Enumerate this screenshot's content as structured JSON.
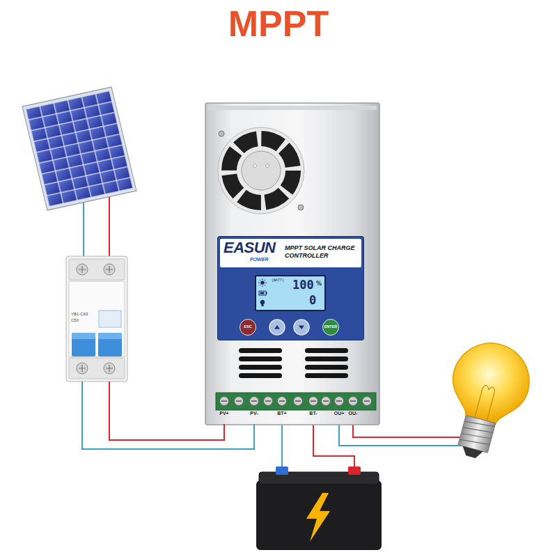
{
  "diagram": {
    "title": "MPPT",
    "nodes": [
      {
        "text": [
          "EASUN",
          "POWER",
          "MPPT SOLAR CHARGE CONTROLLER"
        ]
      },
      {
        "text": [
          "[BATT]",
          "100",
          "%",
          "0"
        ],
        "in": 0
      },
      {
        "text": [
          "ESC"
        ],
        "in": 0
      },
      {
        "text": [
          "ENTER"
        ],
        "in": 0
      },
      {
        "text": [
          "YB1-C63",
          "C50"
        ]
      },
      {
        "text": [
          "PV+"
        ]
      },
      {
        "text": [
          "PV-"
        ]
      },
      {
        "text": [
          "BT+"
        ]
      },
      {
        "text": [
          "BT-"
        ]
      },
      {
        "text": [
          "OU+"
        ]
      },
      {
        "text": [
          "OU-"
        ]
      }
    ],
    "edges": [
      {
        "from": 4,
        "to": 5,
        "arrow": "none"
      },
      {
        "from": 4,
        "to": 6,
        "arrow": "none"
      }
    ]
  }
}
